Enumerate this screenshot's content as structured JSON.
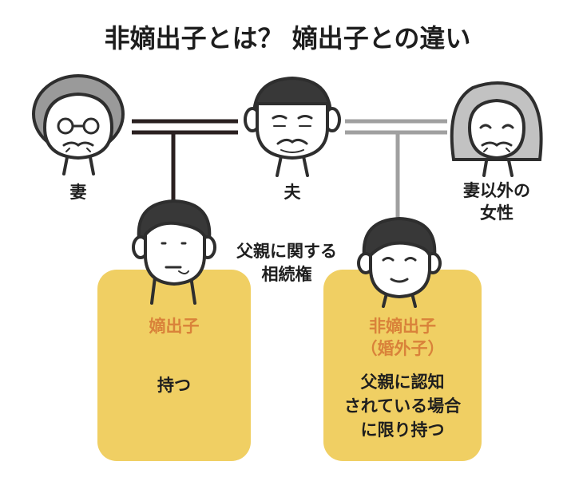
{
  "title": "非嫡出子とは？ 嫡出子との違い",
  "people": {
    "wife": "妻",
    "husband": "夫",
    "other_woman_line1": "妻以外の",
    "other_woman_line2": "女性"
  },
  "inheritance_note": {
    "line1": "父親に関する",
    "line2": "相続権"
  },
  "legitimate_child": {
    "heading": "嫡出子",
    "body": "持つ"
  },
  "illegitimate_child": {
    "heading": "非嫡出子",
    "subheading": "（婚外子）",
    "body_line1": "父親に認知",
    "body_line2": "されている場合",
    "body_line3": "に限り持つ"
  },
  "colors": {
    "box_fill": "#f0cf63",
    "heading_accent": "#d9823a",
    "marriage_line": "#2a2020",
    "outside_line": "#a0a0a0",
    "face_outline": "#2e2e2e",
    "gray_hair": "#9a9a9a",
    "light_gray_hair": "#c2c2c2",
    "dark_hair": "#383838"
  }
}
